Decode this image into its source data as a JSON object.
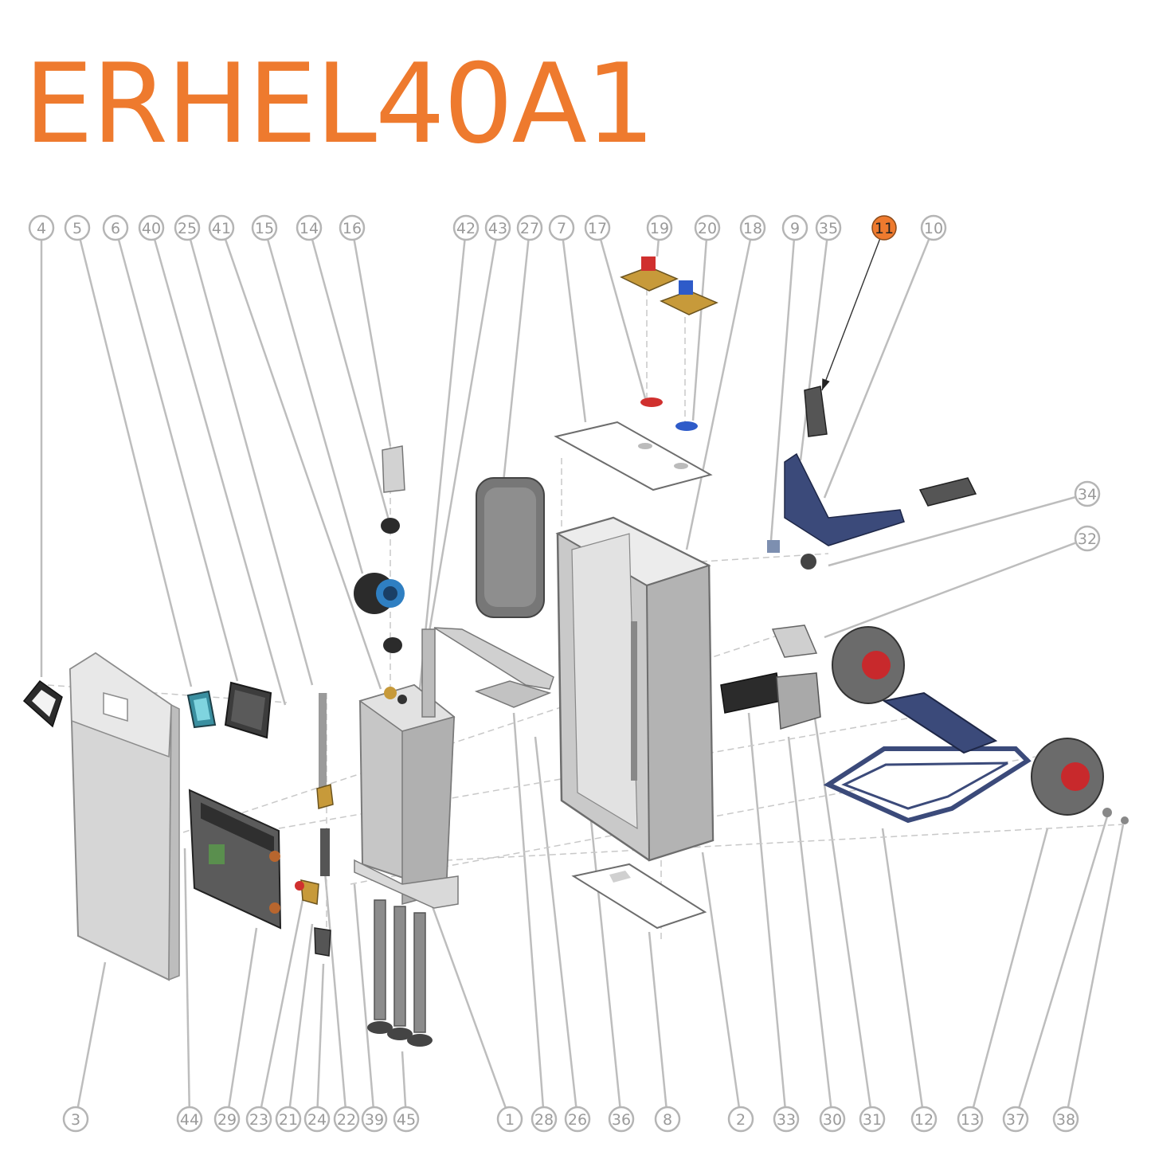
{
  "title": "ERHEL40A1",
  "colors": {
    "accent": "#ee7a2e",
    "callout_ring": "#b5b5b5",
    "callout_text": "#9a9a9a",
    "highlight_fill": "#ee7a2e",
    "panel": "#d6d6d6",
    "cabinet": "#c9c9c9",
    "frame": "#3b4a7a",
    "wheel_hub": "#c8292c",
    "tyre": "#6b6b6b",
    "brass": "#c79a3a",
    "valve_red": "#d0302e",
    "valve_blue": "#2e5bc9"
  },
  "callouts": [
    {
      "label": "4"
    },
    {
      "label": "5"
    },
    {
      "label": "6"
    },
    {
      "label": "40"
    },
    {
      "label": "25"
    },
    {
      "label": "41"
    },
    {
      "label": "15"
    },
    {
      "label": "14"
    },
    {
      "label": "16"
    },
    {
      "label": "42"
    },
    {
      "label": "43"
    },
    {
      "label": "27"
    },
    {
      "label": "7"
    },
    {
      "label": "17"
    },
    {
      "label": "19"
    },
    {
      "label": "20"
    },
    {
      "label": "18"
    },
    {
      "label": "9"
    },
    {
      "label": "35"
    },
    {
      "label": "11",
      "highlight": true
    },
    {
      "label": "10"
    },
    {
      "label": "34"
    },
    {
      "label": "32"
    },
    {
      "label": "3"
    },
    {
      "label": "44"
    },
    {
      "label": "29"
    },
    {
      "label": "23"
    },
    {
      "label": "21"
    },
    {
      "label": "24"
    },
    {
      "label": "22"
    },
    {
      "label": "39"
    },
    {
      "label": "45"
    },
    {
      "label": "1"
    },
    {
      "label": "28"
    },
    {
      "label": "26"
    },
    {
      "label": "36"
    },
    {
      "label": "8"
    },
    {
      "label": "2"
    },
    {
      "label": "33"
    },
    {
      "label": "30"
    },
    {
      "label": "31"
    },
    {
      "label": "12"
    },
    {
      "label": "13"
    },
    {
      "label": "37"
    },
    {
      "label": "38"
    }
  ]
}
